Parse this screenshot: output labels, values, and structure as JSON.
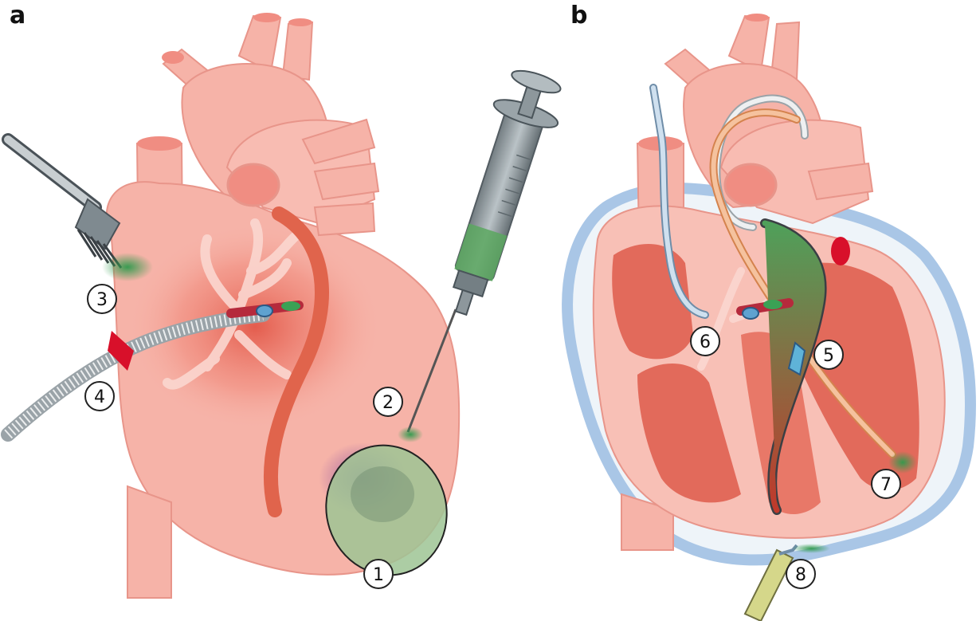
{
  "panels": [
    {
      "letter": "a"
    },
    {
      "letter": "b"
    }
  ],
  "callouts": [
    "1",
    "2",
    "3",
    "4",
    "5",
    "6",
    "7",
    "8"
  ],
  "colors": {
    "heart_body": "#f6b3a8",
    "heart_dark": "#e8877a",
    "vessel_red": "#e06a55",
    "myocardium": "#de5a4b",
    "pericardium_blue": "#a9c6e6",
    "green_delivery": "#3aa155",
    "purple_patch_edge": "#9b5fa6",
    "device_gray": "#7f8a90"
  },
  "icons": [
    "brush-icon",
    "syringe-icon",
    "catheter-icon",
    "epicardial-patch-icon",
    "needle-icon"
  ]
}
